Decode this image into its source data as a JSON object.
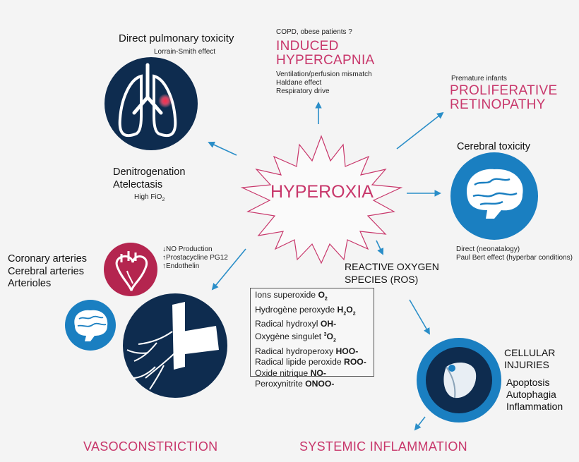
{
  "center": {
    "label": "HYPEROXIA"
  },
  "pulmonary": {
    "title": "Direct pulmonary toxicity",
    "subtitle": "Lorrain-Smith effect",
    "denitrogenation": "Denitrogenation",
    "atelectasis": "Atelectasis",
    "high_fio2_base": "High FiO",
    "high_fio2_sub": "2"
  },
  "hypercapnia": {
    "note": "COPD, obese patients ?",
    "title_line1": "INDUCED",
    "title_line2": "HYPERCAPNIA",
    "details": [
      "Ventilation/perfusion mismatch",
      "Haldane effect",
      "Respiratory drive"
    ]
  },
  "retinopathy": {
    "note": "Premature infants",
    "title_line1": "PROLIFERATIVE",
    "title_line2": "RETINOPATHY"
  },
  "cerebral": {
    "title": "Cerebral toxicity",
    "details": [
      "Direct (neonatalogy)",
      "Paul Bert effect (hyperbar conditions)"
    ]
  },
  "ros": {
    "title_line1": "REACTIVE OXYGEN",
    "title_line2": "SPECIES (ROS)",
    "items": [
      {
        "label": "Ions superoxide ",
        "formula": "O",
        "sub": "2",
        "suffix": ""
      },
      {
        "label": "Hydrogène peroxyde ",
        "formula": "H",
        "sub": "2",
        "suffix": "O",
        "sub2": "2"
      },
      {
        "label": "Radical hydroxyl ",
        "formula": "OH-",
        "sub": "",
        "suffix": ""
      },
      {
        "label": "Oxygène singulet ",
        "sup": "3",
        "formula": "O",
        "sub": "2",
        "suffix": ""
      },
      {
        "label": "Radical hydroperoxy ",
        "formula": "HOO-",
        "sub": "",
        "suffix": ""
      },
      {
        "label": "Radical lipide peroxide ",
        "formula": "ROO-",
        "sub": "",
        "suffix": ""
      },
      {
        "label": "Oxide nitrique ",
        "formula": "NO-",
        "sub": "",
        "suffix": ""
      },
      {
        "label": "Peroxynitrite ",
        "formula": "ONOO-",
        "sub": "",
        "suffix": ""
      }
    ]
  },
  "cellular": {
    "title_line1": "CELLULAR",
    "title_line2": "INJURIES",
    "details": [
      "Apoptosis",
      "Autophagia",
      "Inflammation"
    ]
  },
  "vaso": {
    "vessels": [
      "Coronary arteries",
      "Cerebral arteries",
      "Arterioles"
    ],
    "effects": [
      {
        "arrow": "↓",
        "text": "NO Production"
      },
      {
        "arrow": "↑",
        "text": "Prostacycline PG12"
      },
      {
        "arrow": "↑",
        "text": "Endothelin"
      }
    ],
    "title": "VASOCONSTRICTION"
  },
  "systemic": {
    "title": "SYSTEMIC INFLAMMATION"
  },
  "colors": {
    "navy": "#0e2c4f",
    "blue": "#1a7fc1",
    "pink": "#c8376b",
    "magenta": "#b4254f",
    "arrow": "#2a8ec8"
  }
}
